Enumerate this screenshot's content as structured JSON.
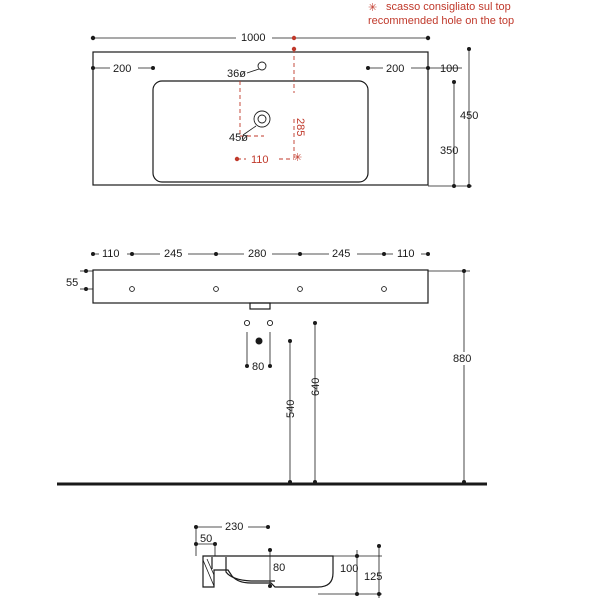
{
  "legend": {
    "star": "✳",
    "line1": "scasso consigliato sul top",
    "line2": "recommended hole on the top",
    "color": "#c0392b"
  },
  "top_view": {
    "width": "1000",
    "left_offset": "200",
    "right_offset": "200",
    "right_edge": "100",
    "tap_hole": "36ø",
    "drain": "45ø",
    "center_depth": "285",
    "hole_spacing": "110",
    "depth_total": "450",
    "depth_basin": "350"
  },
  "front_view": {
    "segments": [
      "110",
      "245",
      "280",
      "245",
      "110"
    ],
    "thickness": "55",
    "drain_spacing": "80",
    "height_total": "880",
    "height_640": "640",
    "height_540": "540"
  },
  "side_view": {
    "width_230": "230",
    "width_50": "50",
    "depth_80": "80",
    "height_100": "100",
    "height_125": "125"
  }
}
